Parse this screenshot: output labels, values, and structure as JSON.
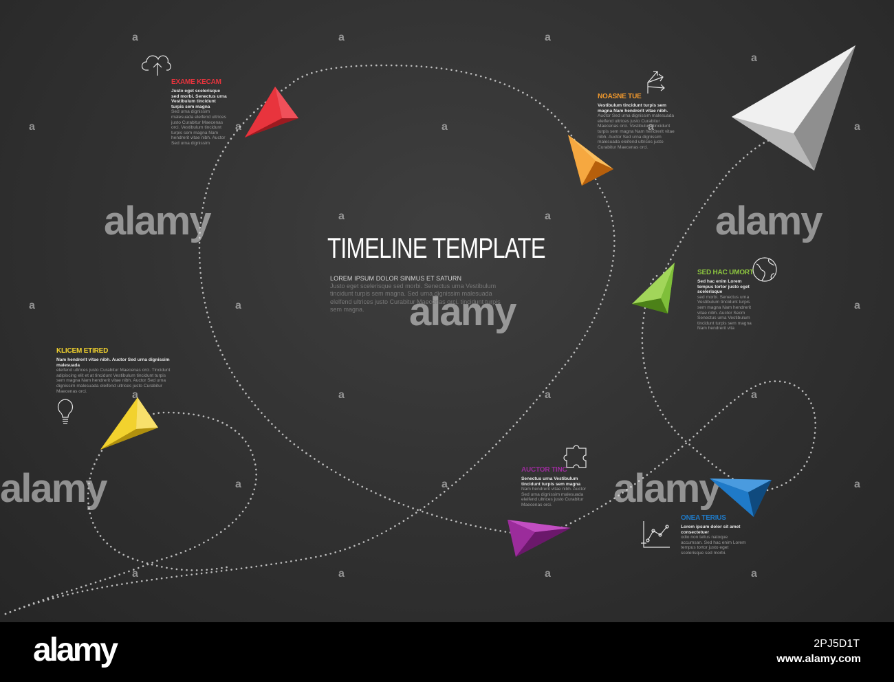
{
  "title": "TIMELINE TEMPLATE",
  "subheading": "LOREM IPSUM DOLOR SINMUS ET SATURN",
  "intro": "Justo eget scelerisque sed morbi. Senectus urna Vestibulum tincidunt turpis sem magna. Sed urna dignissim malesuada elelfend ultrices justo Curabitur Maecenas orci. tincidunt turpis sem magna.",
  "milestones": [
    {
      "heading": "EXAME KECAM",
      "color": "#e8343d",
      "icon": "cloud-upload-icon",
      "lead": "Justo eget scelerisque sed morbi. Senectus urna Vestibulum tincidunt turpis sem magna",
      "body": "Sed urna dignissim malesuada eleifend ultrices justo Curabitur Maecenas orci. Vestibulum tincidunt turpis sem magna Nam hendrerit vitae nibh. Auctor Sed urna dignissim"
    },
    {
      "heading": "NOASNE TUE",
      "color": "#f39a2d",
      "icon": "diverging-arrows-icon",
      "lead": "Vestibulum tincidunt turpis sem magna Nam hendrerit vitae nibh.",
      "body": "Auctor Sed urna dignissim malesuada eleifend ultrices justo Curabitur Maecenas orci. Vestibulum tincidunt turpis sem magna Nam hendrerit vitae nibh. Auctor Sed urna dignissim malesuada eleifend ultrices justo Curabitur Maecenas orci."
    },
    {
      "heading": "SED HAC UMORT",
      "color": "#8dc63f",
      "icon": "globe-icon",
      "lead": "Sed hac enim Lorem tempus tortor justo eget scelerisque",
      "body": "sed morbi. Senectus urna Vestibulum tincidunt turpis sem magna Nam hendrerit vitae nibh. Auctor Secm Senectus urna Vestibulum tincidunt turpis sem magna Nam hendrerit vita"
    },
    {
      "heading": "KLICEM ETIRED",
      "color": "#f2d22e",
      "icon": "lightbulb-icon",
      "lead": "Nam hendrerit vitae nibh. Auctor Sed urna dignissim malesuada",
      "body": "eleifend ultrices justo Curabitur Maecenas orci. Tincidunt adipiscing elit et at tincidunt Vestibulum tincidunt turpis sem magna Nam hendrerit vitae nibh. Auctor Sed urna dignissim malesuada eleifend ultrices justo Curabitur Maecenas orci."
    },
    {
      "heading": "AUCTOR TINC",
      "color": "#9b2c9b",
      "icon": "puzzle-icon",
      "lead": "Senectus urna Vestibulum tincidunt turpis sem magna",
      "body": "Nam hendrerit vitae nibh. Auctor Sed urna dignissim malesuada eleifend ultrices justo Curabitur Maecenas orci."
    },
    {
      "heading": "ONEA TERIUS",
      "color": "#1f7ac8",
      "icon": "line-chart-icon",
      "lead": "Lorem ipsum dolor sit amet consectetuer",
      "body": "odio non tellus natoque accumsan. Sed hac enim Lorem tempus tortor justo eget scelerisque sed morbi."
    }
  ],
  "watermark": {
    "word": "alamy"
  },
  "footer": {
    "logo": "alamy",
    "image_id": "2PJ5D1T",
    "site": "www.alamy.com"
  }
}
